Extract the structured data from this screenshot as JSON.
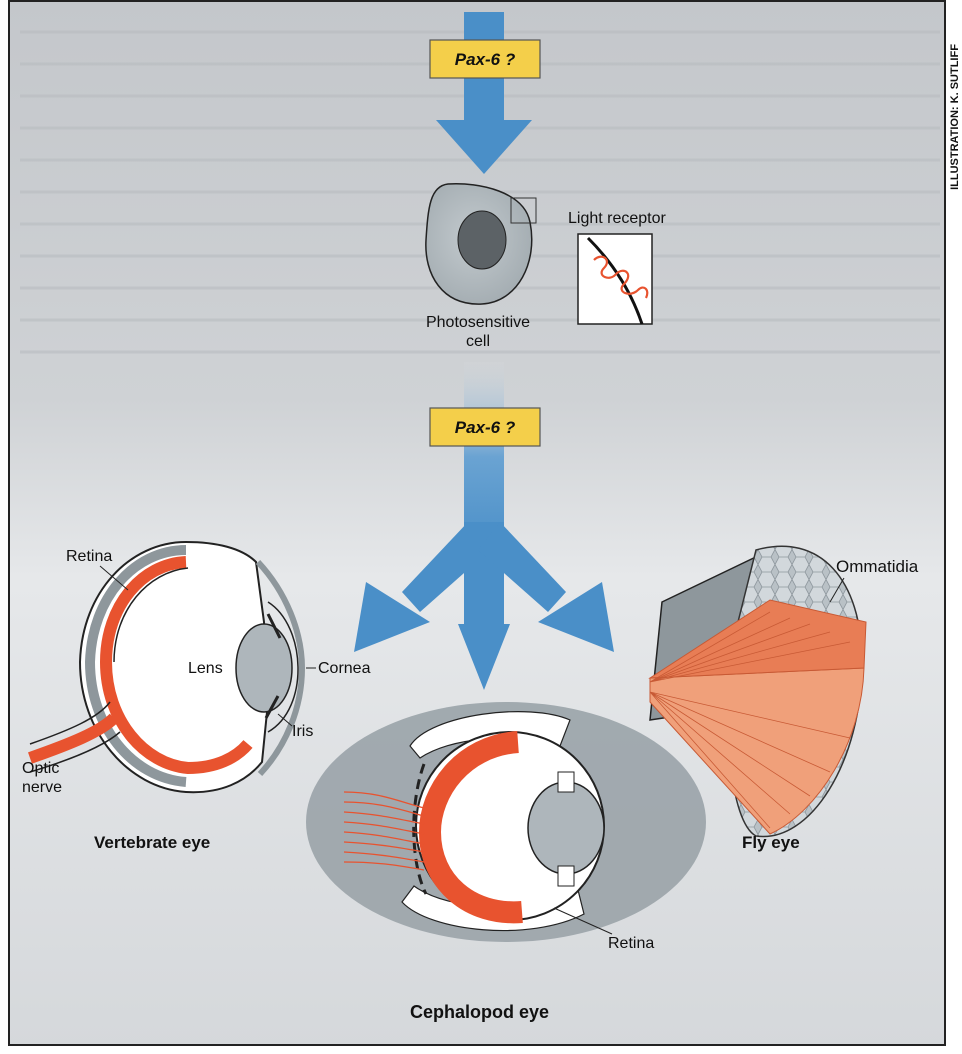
{
  "credit": "ILLUSTRATION: K. SUTLIFF",
  "pax_top": {
    "gene": "Pax-6",
    "mark": "?"
  },
  "pax_mid": {
    "gene": "Pax-6",
    "mark": "?"
  },
  "photosensitive_label": [
    "Photosensitive",
    "cell"
  ],
  "light_receptor_label": "Light receptor",
  "vertebrate": {
    "title": "Vertebrate eye",
    "retina": "Retina",
    "lens": "Lens",
    "cornea": "Cornea",
    "iris": "Iris",
    "optic_nerve": [
      "Optic",
      "nerve"
    ]
  },
  "fly": {
    "title": "Fly eye",
    "ommatidia": "Ommatidia"
  },
  "cephalopod": {
    "title": "Cephalopod eye",
    "retina": "Retina"
  },
  "colors": {
    "arrow": "#4a8fc8",
    "pax_box": "#f4cf4a",
    "retina_red": "#e8532f",
    "tissue": "#aeb6bb",
    "background": "#c9ccd0"
  }
}
